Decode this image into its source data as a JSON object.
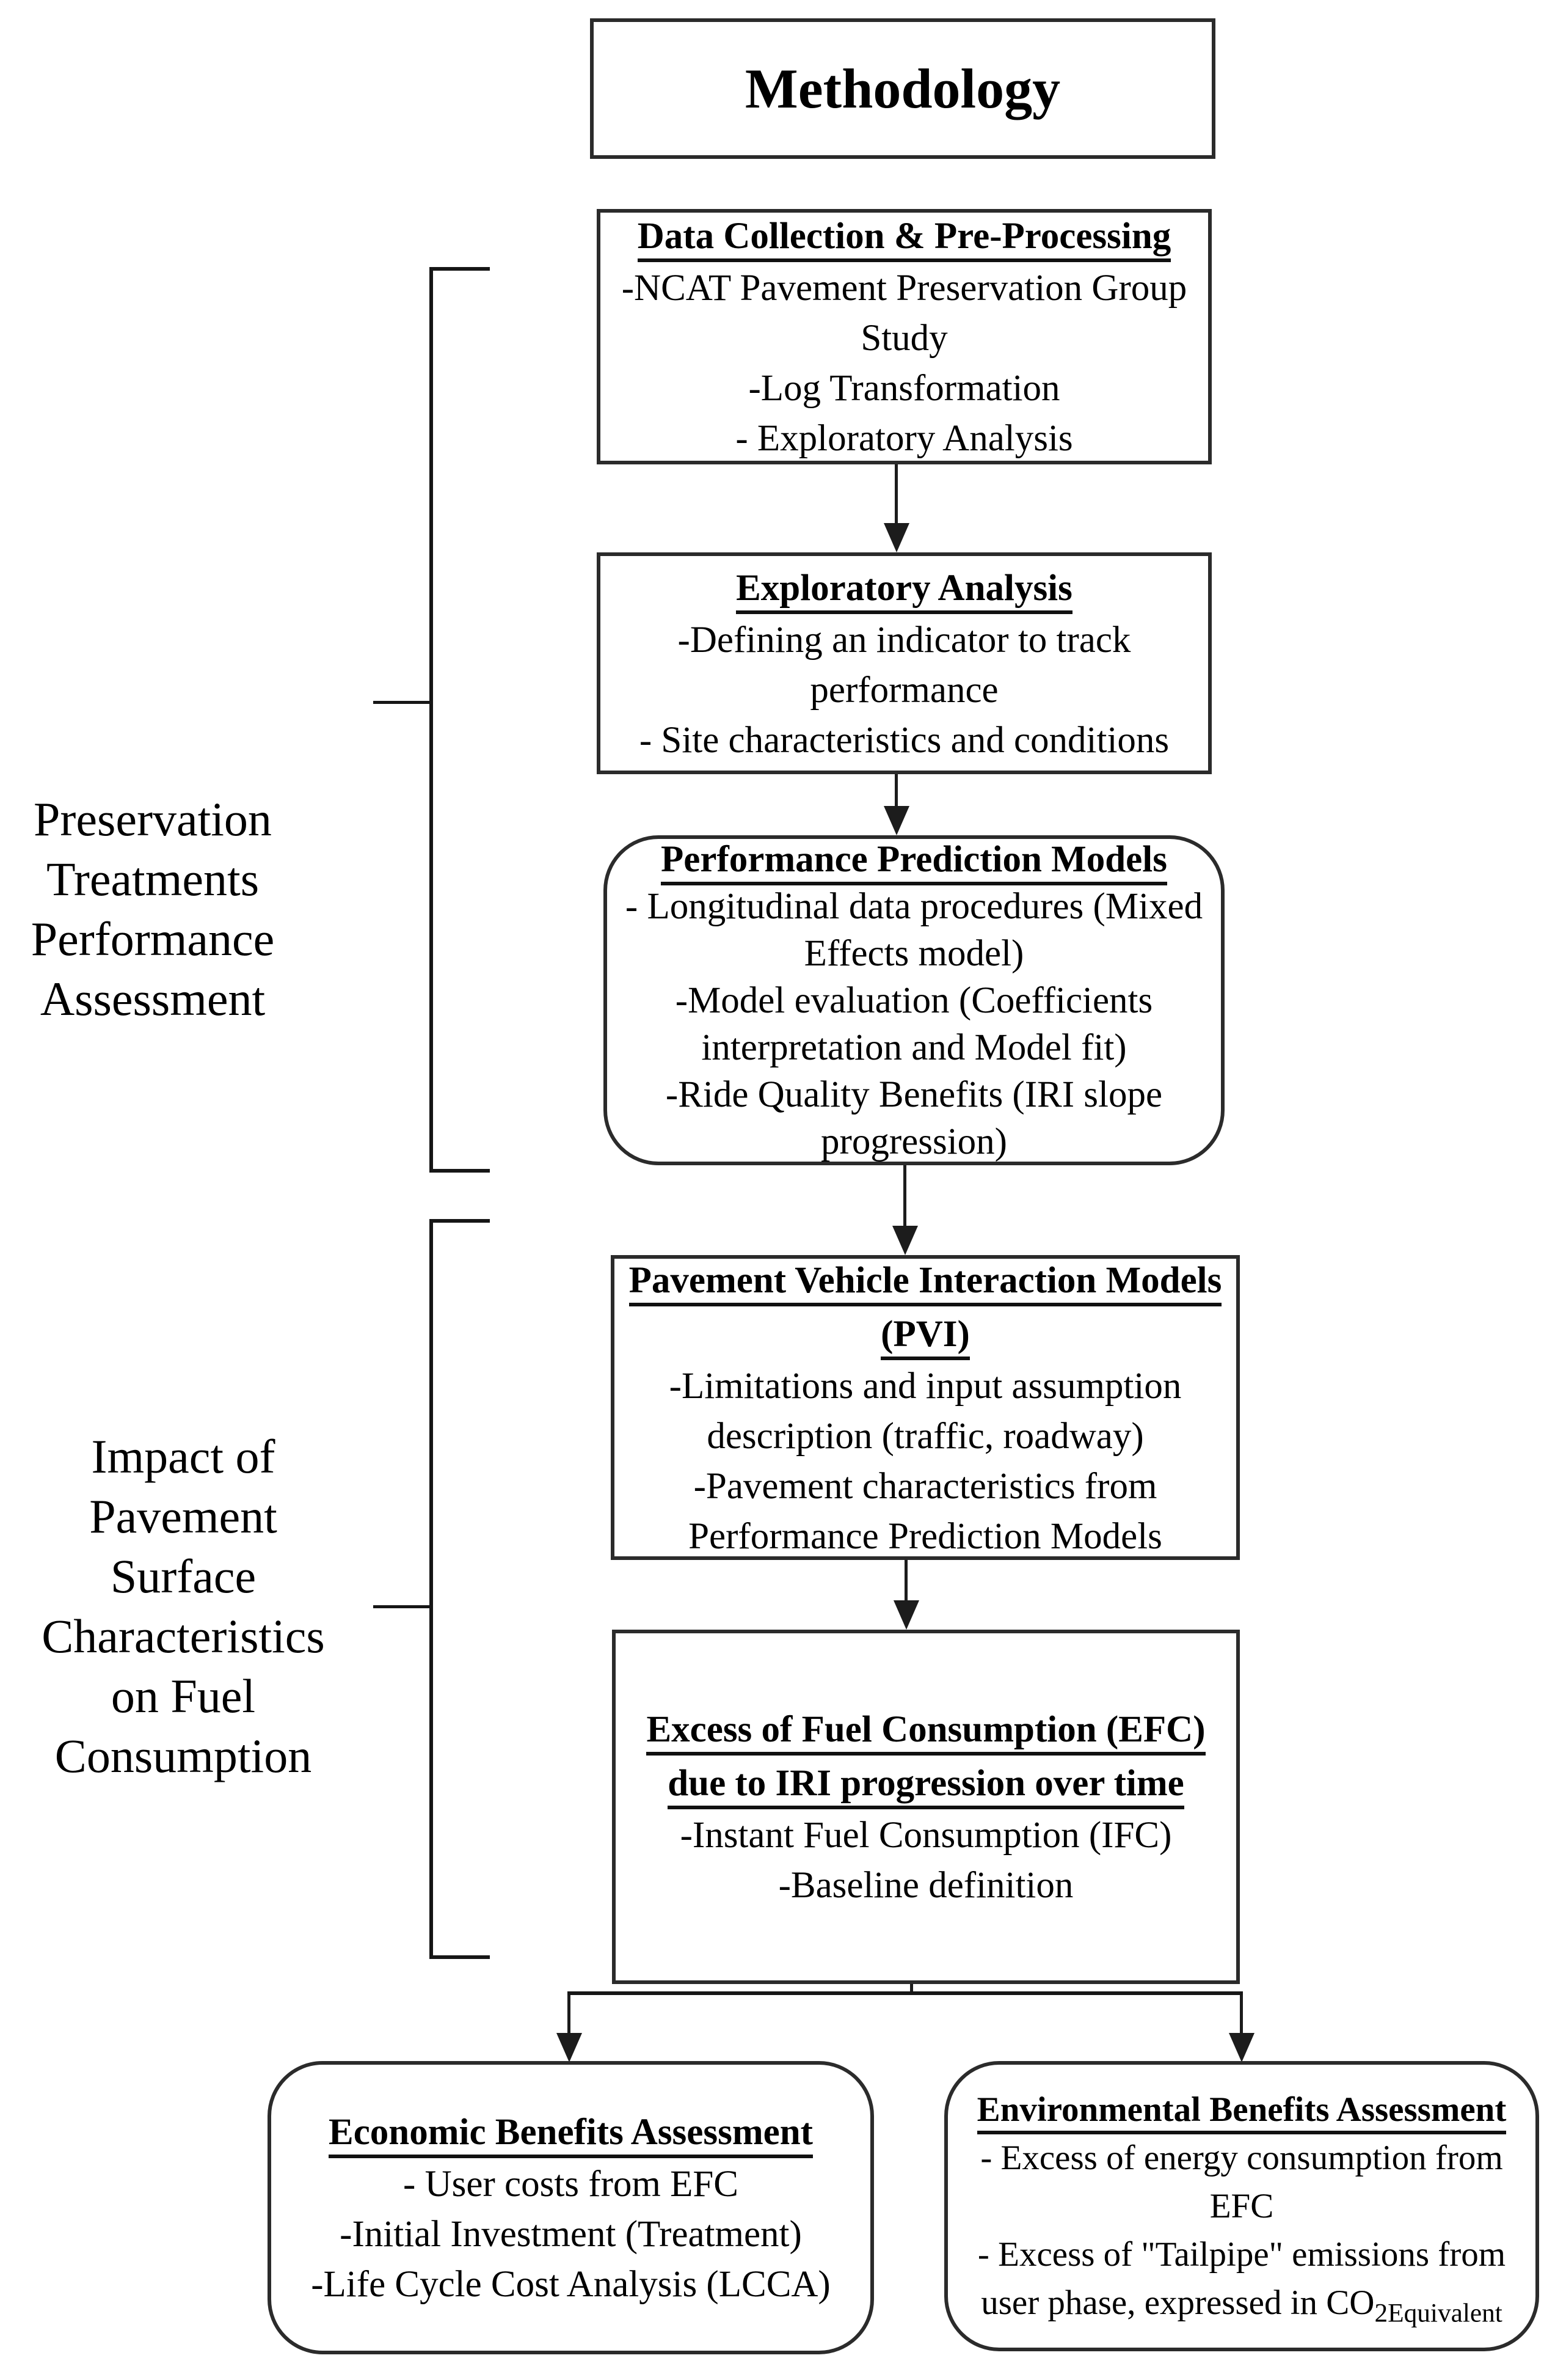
{
  "title": "Methodology",
  "left_labels": {
    "preservation": {
      "lines": [
        "Preservation",
        "Treatments",
        "Performance",
        "Assessment"
      ]
    },
    "impact": {
      "lines": [
        "Impact of",
        "Pavement",
        "Surface",
        "Characteristics",
        "on Fuel",
        "Consumption"
      ]
    }
  },
  "flow": {
    "data_collection": {
      "title": "Data Collection & Pre-Processing",
      "body": [
        "-NCAT Pavement Preservation Group",
        "Study",
        "-Log Transformation",
        "- Exploratory Analysis"
      ]
    },
    "exploratory": {
      "title": "Exploratory Analysis",
      "body": [
        "-Defining an indicator to track",
        "performance",
        "- Site characteristics and conditions"
      ]
    },
    "prediction": {
      "title": "Performance Prediction Models",
      "body": [
        "- Longitudinal data procedures (Mixed",
        "Effects model)",
        "-Model evaluation (Coefficients",
        "interpretation and Model fit)",
        "-Ride Quality Benefits (IRI slope",
        "progression)"
      ]
    },
    "pvi": {
      "title_lines": [
        "Pavement Vehicle Interaction Models",
        "(PVI)"
      ],
      "body": [
        "-Limitations and input assumption",
        "description (traffic, roadway)",
        "-Pavement characteristics from",
        "Performance Prediction Models"
      ]
    },
    "efc": {
      "title_lines": [
        "Excess of Fuel Consumption (EFC)",
        "due to IRI progression over time"
      ],
      "body": [
        "-Instant Fuel Consumption (IFC)",
        "-Baseline definition"
      ]
    },
    "economic": {
      "title": "Economic Benefits Assessment",
      "body": [
        "- User costs from EFC",
        "-Initial Investment (Treatment)",
        "-Life Cycle Cost Analysis (LCCA)"
      ]
    },
    "environmental": {
      "title": "Environmental Benefits Assessment",
      "body": [
        "- Excess of energy consumption from",
        "EFC",
        "- Excess of \"Tailpipe\" emissions from"
      ],
      "co2_line": {
        "prefix": "user phase, expressed in CO",
        "sub": "2Equivalent"
      }
    }
  }
}
